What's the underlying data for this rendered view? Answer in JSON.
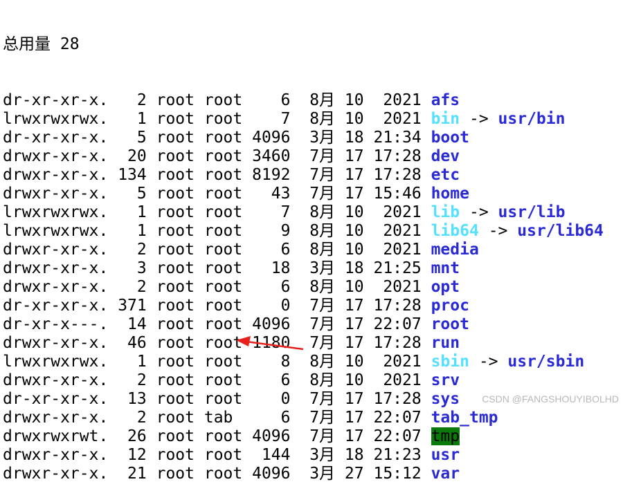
{
  "header": "总用量 28",
  "listing": [
    {
      "perm": "dr-xr-xr-x.",
      "links": "2",
      "owner": "root",
      "group": "root",
      "size": "6",
      "month": "8月",
      "day": "10",
      "time": "2021",
      "name": "afs",
      "type": "dir"
    },
    {
      "perm": "lrwxrwxrwx.",
      "links": "1",
      "owner": "root",
      "group": "root",
      "size": "7",
      "month": "8月",
      "day": "10",
      "time": "2021",
      "name": "bin",
      "type": "link",
      "target": "usr/bin"
    },
    {
      "perm": "dr-xr-xr-x.",
      "links": "5",
      "owner": "root",
      "group": "root",
      "size": "4096",
      "month": "3月",
      "day": "18",
      "time": "21:34",
      "name": "boot",
      "type": "dir"
    },
    {
      "perm": "drwxr-xr-x.",
      "links": "20",
      "owner": "root",
      "group": "root",
      "size": "3460",
      "month": "7月",
      "day": "17",
      "time": "17:28",
      "name": "dev",
      "type": "dir"
    },
    {
      "perm": "drwxr-xr-x.",
      "links": "134",
      "owner": "root",
      "group": "root",
      "size": "8192",
      "month": "7月",
      "day": "17",
      "time": "17:28",
      "name": "etc",
      "type": "dir"
    },
    {
      "perm": "drwxr-xr-x.",
      "links": "5",
      "owner": "root",
      "group": "root",
      "size": "43",
      "month": "7月",
      "day": "17",
      "time": "15:46",
      "name": "home",
      "type": "dir"
    },
    {
      "perm": "lrwxrwxrwx.",
      "links": "1",
      "owner": "root",
      "group": "root",
      "size": "7",
      "month": "8月",
      "day": "10",
      "time": "2021",
      "name": "lib",
      "type": "link",
      "target": "usr/lib"
    },
    {
      "perm": "lrwxrwxrwx.",
      "links": "1",
      "owner": "root",
      "group": "root",
      "size": "9",
      "month": "8月",
      "day": "10",
      "time": "2021",
      "name": "lib64",
      "type": "link",
      "target": "usr/lib64"
    },
    {
      "perm": "drwxr-xr-x.",
      "links": "2",
      "owner": "root",
      "group": "root",
      "size": "6",
      "month": "8月",
      "day": "10",
      "time": "2021",
      "name": "media",
      "type": "dir"
    },
    {
      "perm": "drwxr-xr-x.",
      "links": "3",
      "owner": "root",
      "group": "root",
      "size": "18",
      "month": "3月",
      "day": "18",
      "time": "21:25",
      "name": "mnt",
      "type": "dir"
    },
    {
      "perm": "drwxr-xr-x.",
      "links": "2",
      "owner": "root",
      "group": "root",
      "size": "6",
      "month": "8月",
      "day": "10",
      "time": "2021",
      "name": "opt",
      "type": "dir"
    },
    {
      "perm": "dr-xr-xr-x.",
      "links": "371",
      "owner": "root",
      "group": "root",
      "size": "0",
      "month": "7月",
      "day": "17",
      "time": "17:28",
      "name": "proc",
      "type": "dir"
    },
    {
      "perm": "dr-xr-x---.",
      "links": "14",
      "owner": "root",
      "group": "root",
      "size": "4096",
      "month": "7月",
      "day": "17",
      "time": "22:07",
      "name": "root",
      "type": "dir"
    },
    {
      "perm": "drwxr-xr-x.",
      "links": "46",
      "owner": "root",
      "group": "root",
      "size": "1180",
      "month": "7月",
      "day": "17",
      "time": "17:28",
      "name": "run",
      "type": "dir"
    },
    {
      "perm": "lrwxrwxrwx.",
      "links": "1",
      "owner": "root",
      "group": "root",
      "size": "8",
      "month": "8月",
      "day": "10",
      "time": "2021",
      "name": "sbin",
      "type": "link",
      "target": "usr/sbin"
    },
    {
      "perm": "drwxr-xr-x.",
      "links": "2",
      "owner": "root",
      "group": "root",
      "size": "6",
      "month": "8月",
      "day": "10",
      "time": "2021",
      "name": "srv",
      "type": "dir"
    },
    {
      "perm": "dr-xr-xr-x.",
      "links": "13",
      "owner": "root",
      "group": "root",
      "size": "0",
      "month": "7月",
      "day": "17",
      "time": "17:28",
      "name": "sys",
      "type": "dir"
    },
    {
      "perm": "drwxr-xr-x.",
      "links": "2",
      "owner": "root",
      "group": "tab",
      "size": "6",
      "month": "7月",
      "day": "17",
      "time": "22:07",
      "name": "tab_tmp",
      "type": "dir"
    },
    {
      "perm": "drwxrwxrwt.",
      "links": "26",
      "owner": "root",
      "group": "root",
      "size": "4096",
      "month": "7月",
      "day": "17",
      "time": "22:07",
      "name": "tmp",
      "type": "sticky"
    },
    {
      "perm": "drwxr-xr-x.",
      "links": "12",
      "owner": "root",
      "group": "root",
      "size": "144",
      "month": "3月",
      "day": "18",
      "time": "21:23",
      "name": "usr",
      "type": "dir"
    },
    {
      "perm": "drwxr-xr-x.",
      "links": "21",
      "owner": "root",
      "group": "root",
      "size": "4096",
      "month": "3月",
      "day": "27",
      "time": "15:12",
      "name": "var",
      "type": "dir"
    }
  ],
  "link_arrow": "->",
  "colors": {
    "directory": "#2929d6",
    "symlink": "#55e0ff",
    "sticky_bg": "#0a7a0a",
    "annotation_arrow": "#e8201c"
  },
  "watermark": "CSDN @FANGSHOUYIBOLHD"
}
